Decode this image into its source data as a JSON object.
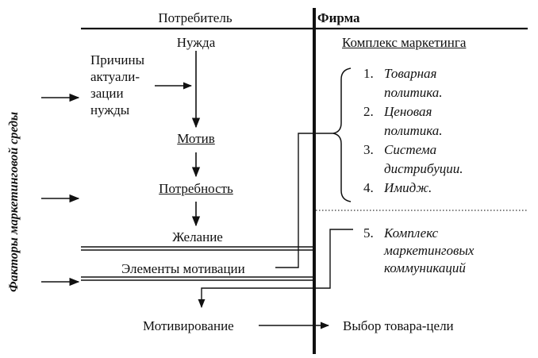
{
  "header": {
    "consumer": "Потребитель",
    "firm": "Фирма"
  },
  "left": {
    "need": "Нужда",
    "reasons": [
      "Причины",
      "актуали-",
      "зации",
      "нужды"
    ],
    "motive": "Мотив",
    "requirement": "Потребность",
    "desire": "Желание",
    "motivation_elements": "Элементы мотивации",
    "motivating": "Мотивирование"
  },
  "right": {
    "title": "Комплекс маркетинга",
    "items": [
      {
        "num": "1.",
        "lines": [
          "Товарная",
          "политика."
        ]
      },
      {
        "num": "2.",
        "lines": [
          "Ценовая",
          "политика."
        ]
      },
      {
        "num": "3.",
        "lines": [
          "Система",
          "дистрибуции."
        ]
      },
      {
        "num": "4.",
        "lines": [
          "Имидж."
        ]
      }
    ],
    "item5": {
      "num": "5.",
      "lines": [
        "Комплекс",
        "маркетинговых",
        "коммуникаций"
      ]
    },
    "choice": "Выбор товара-цели"
  },
  "side_label": "Факторы маркетинговой среды"
}
